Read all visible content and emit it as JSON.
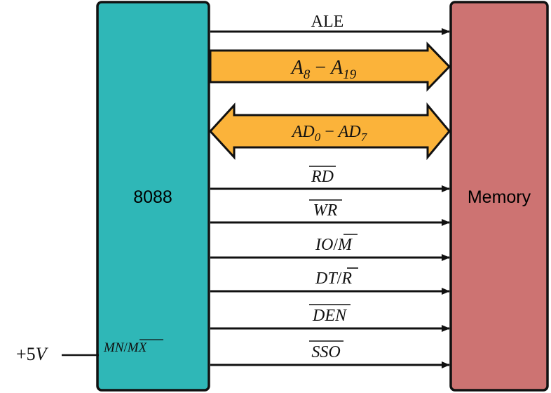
{
  "blocks": {
    "cpu": {
      "label": "8088",
      "fill": "#2fb7b7"
    },
    "memory": {
      "label": "Memory",
      "fill": "#cd7372"
    }
  },
  "bus_fill": "#fbb33a",
  "signals": {
    "ale": "ALE",
    "address": {
      "base": "A",
      "sub_low": "8",
      "sep": " − ",
      "sub_high": "19"
    },
    "data": {
      "base": "AD",
      "sub_low": "0",
      "sep": " − ",
      "sub_high": "7"
    },
    "rd": "RD",
    "wr": "WR",
    "io_m": {
      "left": "IO",
      "slash": "/",
      "right": "M"
    },
    "dt_r": {
      "left": "DT",
      "slash": "/",
      "right": "R"
    },
    "den": "DEN",
    "sso": "SSO"
  },
  "mode_pin": {
    "label": {
      "left": "MN",
      "slash": "/",
      "right": "MX"
    },
    "supply": {
      "value": "+5",
      "unit": "V"
    }
  }
}
